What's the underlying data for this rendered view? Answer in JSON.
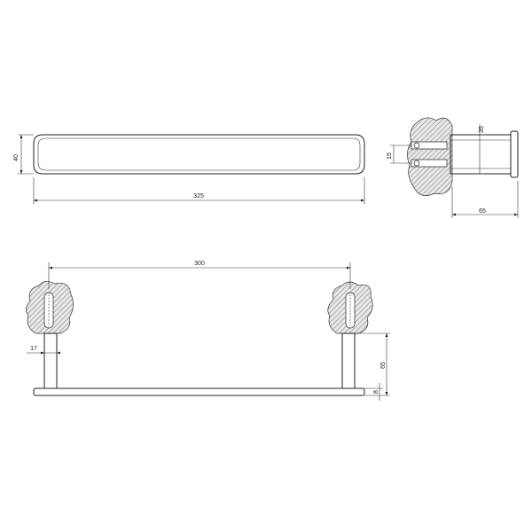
{
  "dimensions": {
    "top_width": "325",
    "top_height": "40",
    "side_bracket_height": "35",
    "side_screw": "15",
    "side_depth": "65",
    "front_span": "300",
    "front_post": "17",
    "front_height": "65",
    "front_thickness": "8"
  },
  "colors": {
    "line": "#222222",
    "accent": "#d8cc7a"
  }
}
